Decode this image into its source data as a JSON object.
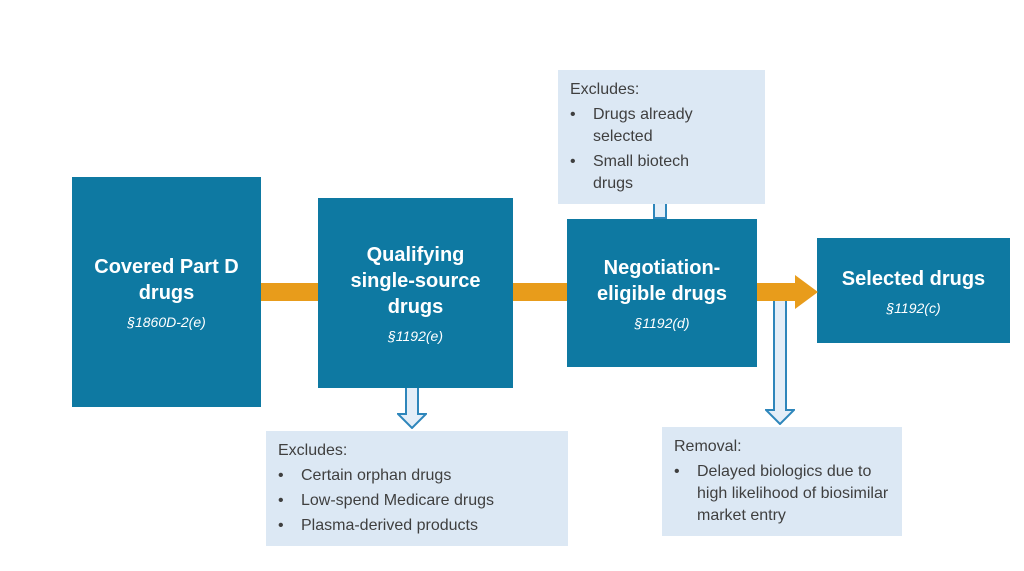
{
  "palette": {
    "stage_box_fill": "#0E79A2",
    "flow_arrow_orange": "#E89C1B",
    "note_box_fill": "#DCE8F4",
    "outline_arrow_fill": "#E4EEF8",
    "outline_arrow_border": "#2E86BB",
    "note_text_color": "#3F3F3F",
    "stage_text_color": "#FFFFFF"
  },
  "glyphs": {
    "bullet": "•"
  },
  "stages": [
    {
      "title": "Covered Part D\ndrugs",
      "ref": "§1860D-2(e)"
    },
    {
      "title": "Qualifying\nsingle-source\ndrugs",
      "ref": "§1192(e)"
    },
    {
      "title": "Negotiation-\neligible drugs",
      "ref": "§1192(d)"
    },
    {
      "title": "Selected drugs",
      "ref": "§1192(c)"
    }
  ],
  "notes": {
    "top_excludes": {
      "heading": "Excludes:",
      "bullets": [
        "Drugs already selected",
        "Small biotech drugs"
      ]
    },
    "bottom_excludes": {
      "heading": "Excludes:",
      "bullets": [
        "Certain orphan drugs",
        "Low-spend Medicare drugs",
        "Plasma-derived products"
      ]
    },
    "removal": {
      "heading": "Removal:",
      "bullets": [
        "Delayed biologics due to high likelihood of biosimilar market entry"
      ]
    }
  }
}
